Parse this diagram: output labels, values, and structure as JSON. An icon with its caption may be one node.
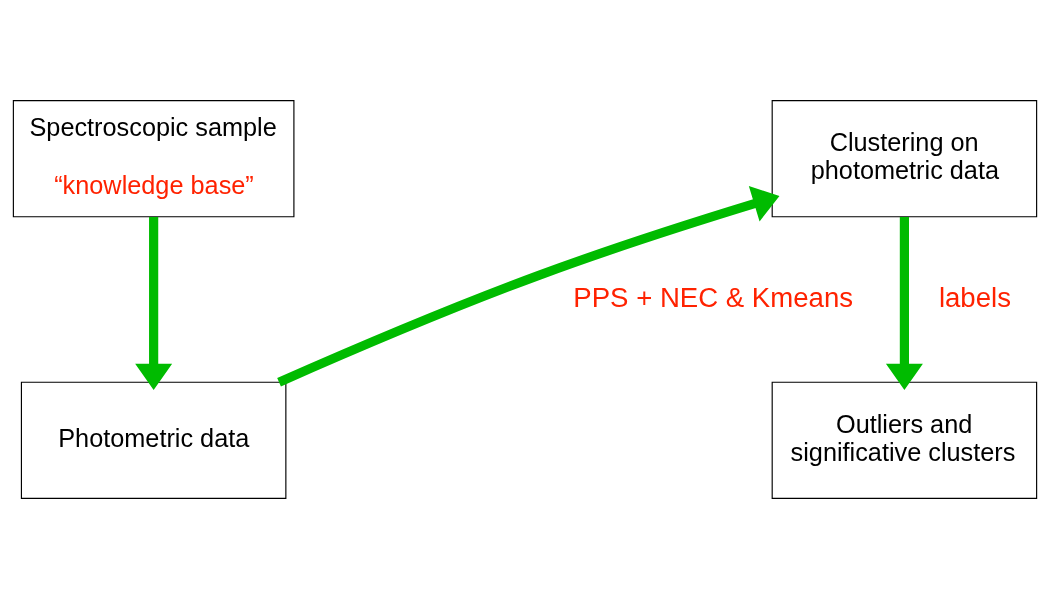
{
  "diagram": {
    "nodes": [
      {
        "text": [
          "Spectroscopic sample",
          "“knowledge base”"
        ]
      },
      {
        "text": [
          "Photometric data"
        ]
      },
      {
        "text": [
          "Clustering on photometric data"
        ]
      },
      {
        "text": [
          "Outliers and significative clusters"
        ]
      }
    ],
    "edges": [
      {
        "from": 0,
        "to": 1,
        "arrow": "to"
      },
      {
        "from": 1,
        "to": 2,
        "arrow": "to",
        "label": "PPS + NEC & Kmeans"
      },
      {
        "from": 2,
        "to": 3,
        "arrow": "to",
        "label": "labels"
      }
    ]
  }
}
